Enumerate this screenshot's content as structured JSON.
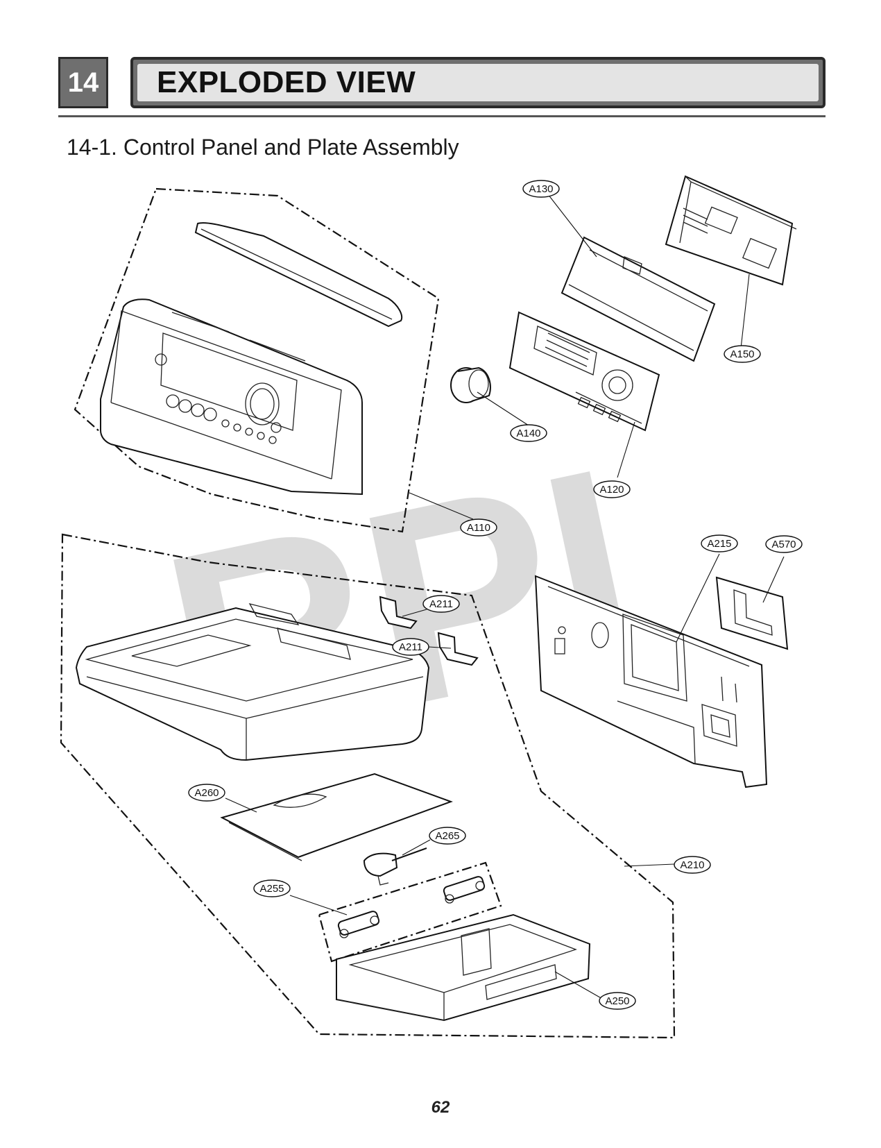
{
  "header": {
    "chapter_number": "14",
    "chapter_title": "EXPLODED VIEW"
  },
  "section": {
    "title": "14-1. Control Panel and Plate Assembly"
  },
  "watermark": "RPI",
  "callouts": {
    "a130": "A130",
    "a150": "A150",
    "a140": "A140",
    "a120": "A120",
    "a110": "A110",
    "a215": "A215",
    "a570": "A570",
    "a211_top": "A211",
    "a211_bottom": "A211",
    "a260": "A260",
    "a265": "A265",
    "a255": "A255",
    "a210": "A210",
    "a250": "A250"
  },
  "footer": {
    "page_number": "62"
  }
}
